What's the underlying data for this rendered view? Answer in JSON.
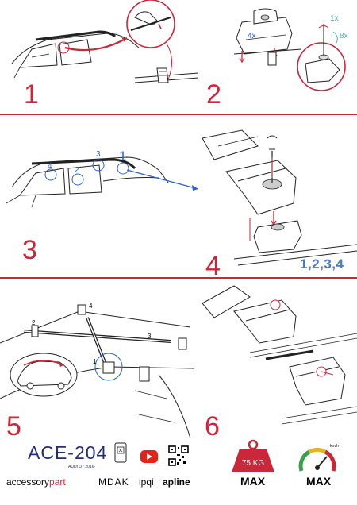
{
  "steps": {
    "s1": "1",
    "s2": "2",
    "s3": "3",
    "s4": "4",
    "s5": "5",
    "s6": "6"
  },
  "step2_labels": {
    "a": "4x",
    "b": "1x",
    "c": "8x"
  },
  "step3_points": {
    "p1": "1",
    "p2": "2",
    "p3": "3",
    "p4": "4"
  },
  "step4_sequence": "1,2,3,4",
  "step5_points": {
    "p1": "1",
    "p2": "2",
    "p3": "3",
    "p4": "4"
  },
  "footer": {
    "model": "ACE-204",
    "model_sub": "AUDI Q7 2016-",
    "brand_accessory_a": "accessory",
    "brand_accessory_b": "part",
    "brand_mdak": "MDAK",
    "brand_ipqi": "ipqi",
    "brand_apline": "apline",
    "weight": "75 KG",
    "max_weight_label": "MAX",
    "speed_unit": "km/h",
    "max_speed_label": "MAX"
  },
  "colors": {
    "accent_red": "#c8283a",
    "blue": "#2b61c9",
    "navy": "#222d7a"
  }
}
